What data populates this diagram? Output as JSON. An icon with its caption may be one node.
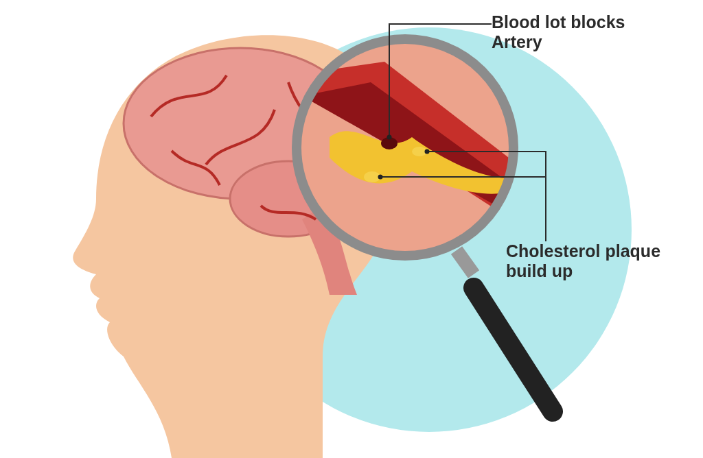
{
  "diagram": {
    "nodes": [
      {
        "text": [
          "Blood lot blocks Artery"
        ]
      },
      {
        "text": [],
        "shape": "circle"
      },
      {
        "text": [
          "Cholesterol plaque build up"
        ]
      },
      {
        "text": [],
        "shape": "circle"
      },
      {
        "text": [],
        "shape": "circle"
      }
    ],
    "edges": [
      {
        "from": 0,
        "to": 1,
        "arrow": "other"
      },
      {
        "from": 2,
        "to": 3,
        "arrow": "other"
      },
      {
        "from": 2,
        "to": 4,
        "arrow": "other"
      }
    ]
  }
}
